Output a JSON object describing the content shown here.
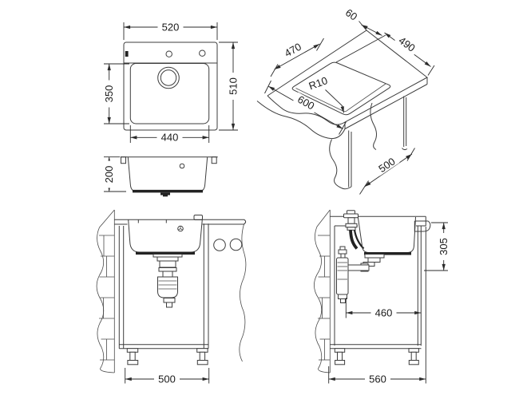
{
  "drawing": {
    "background": "#ffffff",
    "line_color": "#3d3d3d",
    "accent_dark": "#222222",
    "views": {
      "top": {
        "overall_width": "520",
        "overall_depth": "510",
        "bowl_depth": "350",
        "bowl_width": "440"
      },
      "section": {
        "bowl_height": "200"
      },
      "cutout": {
        "rear_offset": "60",
        "cutout_length": "490",
        "cutout_width": "470",
        "corner_radius": "R10",
        "worktop_width": "600",
        "worktop_depth": "500"
      },
      "front_install": {
        "cabinet_width": "500"
      },
      "side_install": {
        "drain_height": "305",
        "trap_clearance": "460",
        "cabinet_depth": "560"
      }
    }
  }
}
